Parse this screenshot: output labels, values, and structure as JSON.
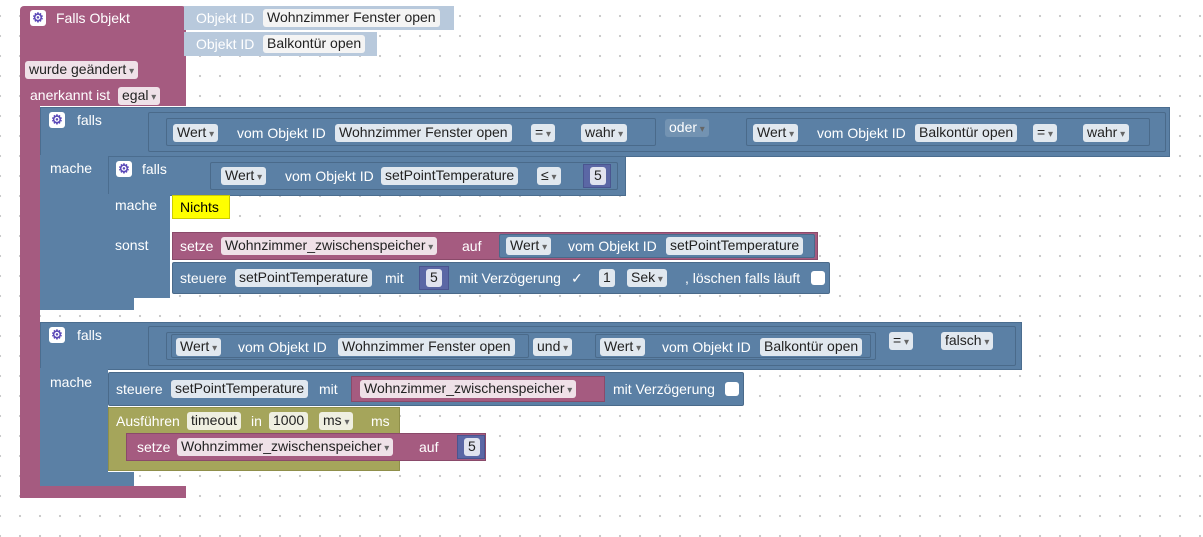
{
  "event": {
    "title": "Falls Objekt",
    "object_label": "Objekt ID",
    "object1": "Wohnzimmer Fenster open",
    "object2": "Balkontür open",
    "changed": "wurde geändert",
    "ack_label": "anerkannt ist",
    "ack_value": "egal"
  },
  "if1": {
    "falls": "falls",
    "mache": "mache",
    "cond": {
      "left": {
        "wert": "Wert",
        "vom": "vom Objekt ID",
        "obj": "Wohnzimmer Fenster open",
        "op": "=",
        "val": "wahr"
      },
      "joiner": "oder",
      "right": {
        "wert": "Wert",
        "vom": "vom Objekt ID",
        "obj": "Balkontür open",
        "op": "=",
        "val": "wahr"
      }
    },
    "inner": {
      "falls": "falls",
      "mache": "mache",
      "sonst": "sonst",
      "cond": {
        "wert": "Wert",
        "vom": "vom Objekt ID",
        "obj": "setPointTemperature",
        "op": "≤",
        "num": "5"
      },
      "nothing": "Nichts",
      "setze": {
        "label": "setze",
        "var": "Wohnzimmer_zwischenspeicher",
        "auf": "auf",
        "wert": "Wert",
        "vom": "vom Objekt ID",
        "obj": "setPointTemperature"
      },
      "steuere": {
        "label": "steuere",
        "obj": "setPointTemperature",
        "mit": "mit",
        "num": "5",
        "delay": "mit Verzögerung",
        "check": "✓",
        "time": "1",
        "unit": "Sek",
        "clear": ", löschen falls läuft"
      }
    }
  },
  "if2": {
    "falls": "falls",
    "mache": "mache",
    "cond": {
      "left": {
        "wert": "Wert",
        "vom": "vom Objekt ID",
        "obj": "Wohnzimmer Fenster open"
      },
      "joiner": "und",
      "right": {
        "wert": "Wert",
        "vom": "vom Objekt ID",
        "obj": "Balkontür open"
      },
      "op": "=",
      "val": "falsch"
    },
    "steuere": {
      "label": "steuere",
      "obj": "setPointTemperature",
      "mit": "mit",
      "var": "Wohnzimmer_zwischenspeicher",
      "delay": "mit Verzögerung"
    },
    "timeout": {
      "label": "Ausführen",
      "name": "timeout",
      "in": "in",
      "value": "1000",
      "unit": "ms",
      "unit2": "ms"
    },
    "setze": {
      "label": "setze",
      "var": "Wohnzimmer_zwischenspeicher",
      "auf": "auf",
      "num": "5"
    }
  }
}
